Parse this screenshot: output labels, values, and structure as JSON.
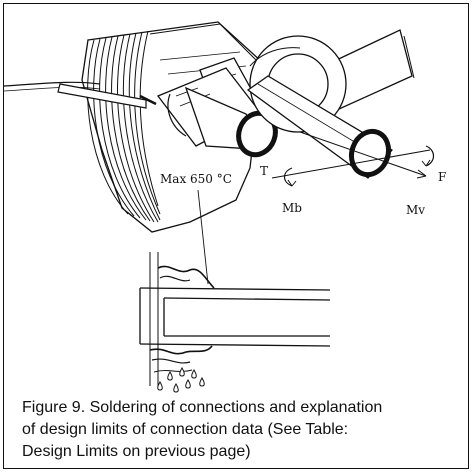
{
  "labels": {
    "temperature": "Max 650 °C",
    "torque": "T",
    "force": "F",
    "bending_moment": "Mb",
    "torsion_moment": "Mv"
  },
  "caption": {
    "line1": "Figure 9. Soldering of connections and explanation",
    "line2": "of design limits of connection data (See Table:",
    "line3": "Design Limits on previous page)"
  }
}
